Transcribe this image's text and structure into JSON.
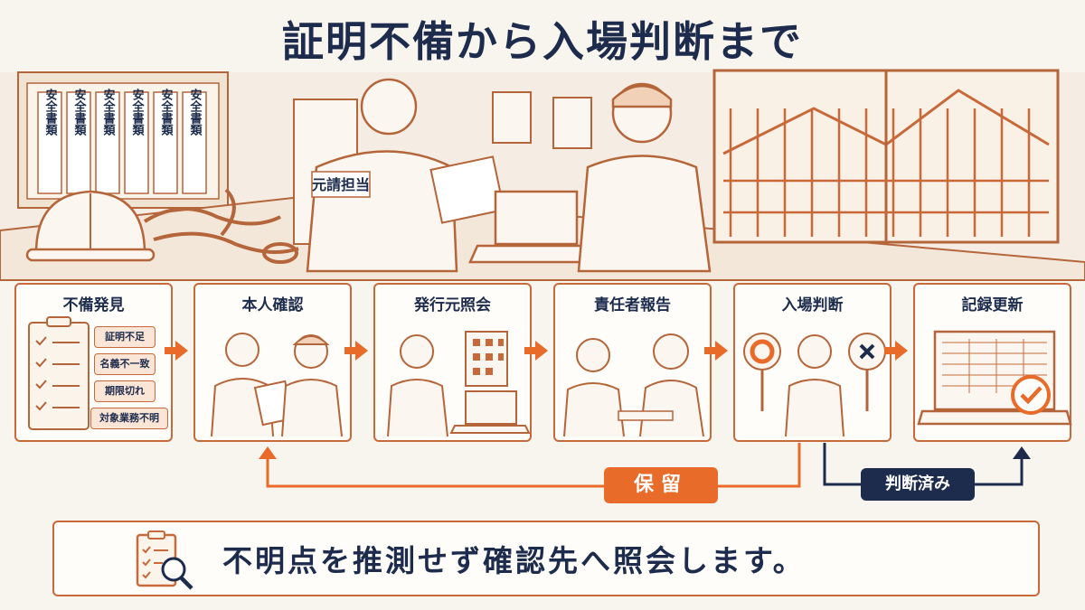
{
  "title": "証明不備から入場判断まで",
  "scene": {
    "binder_label": "安全書類",
    "vest_label": "元請担当"
  },
  "steps": [
    {
      "title": "不備発見",
      "tags": [
        "証明不足",
        "名義不一致",
        "期限切れ",
        "対象業務不明"
      ]
    },
    {
      "title": "本人確認"
    },
    {
      "title": "発行元照会"
    },
    {
      "title": "責任者報告"
    },
    {
      "title": "入場判断"
    },
    {
      "title": "記録更新"
    }
  ],
  "loop_label": "保留",
  "done_label": "判断済み",
  "bottom_message": "不明点を推測せず確認先へ照会します。",
  "colors": {
    "accent": "#e86b2a",
    "line": "#c8693a",
    "navy": "#1d2c4d"
  }
}
